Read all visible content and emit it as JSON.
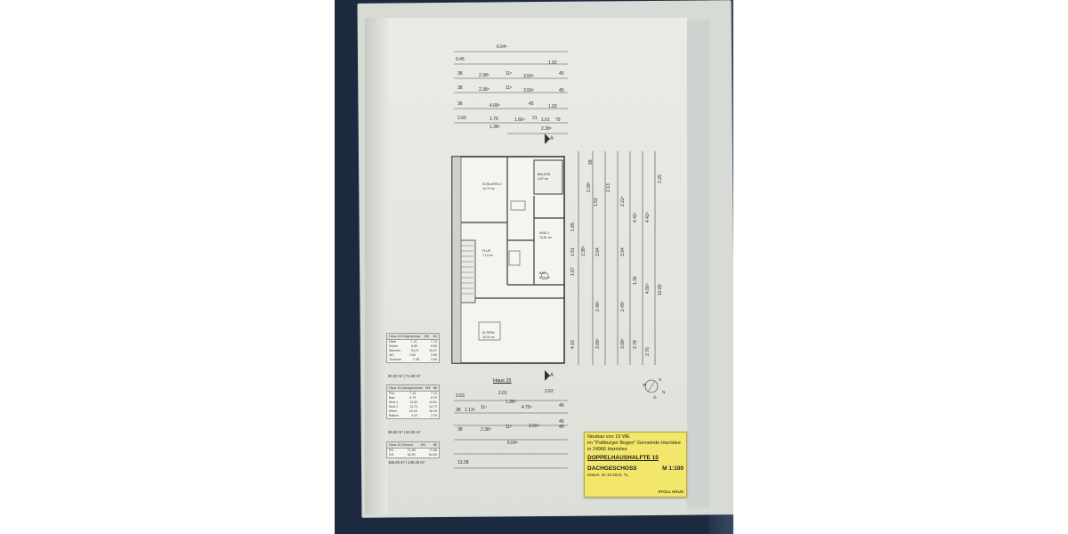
{
  "top_dims": [
    [
      "6.64⁵"
    ],
    [
      "9.45",
      "1.92"
    ],
    [
      "38",
      "2.38⁵",
      "11⁵",
      "3.50⁵",
      "45"
    ],
    [
      "38",
      "2.38⁵",
      "11⁵",
      "3.50⁵",
      "45"
    ],
    [
      "36",
      "4.08⁵",
      "45",
      "1.92"
    ],
    [
      "2.60",
      "1.76",
      "1.66⁵",
      "21",
      "1.01",
      "79"
    ],
    [
      "1.38⁵",
      "2.38⁵"
    ]
  ],
  "bottom_dims": [
    [
      "3.63",
      "2.01",
      "2.62"
    ],
    [
      "1.38⁵"
    ],
    [
      "38",
      "1.13⁵",
      "11⁵",
      "4.75⁵",
      "45"
    ],
    [
      "45"
    ],
    [
      "38",
      "2.38⁵",
      "11⁵",
      "3.50⁵",
      "45"
    ],
    [
      "6.64⁵"
    ],
    [
      "13.28"
    ]
  ],
  "right_dims": [
    [
      "2.38⁵",
      "1.51",
      "95"
    ],
    [
      "2.13"
    ],
    [
      "2.22⁵"
    ],
    [
      "4.42⁵"
    ],
    [
      "4.42⁵"
    ],
    [
      "2.25"
    ],
    [
      "1.85",
      "2.38⁵",
      "3.94",
      "3.94",
      "1.36",
      "4.66⁵",
      "10.65"
    ],
    [
      "1.51",
      "1.87",
      "2.48⁵",
      "2.49⁵",
      "2.76"
    ],
    [
      "4.16",
      "3.08⁵",
      "3.08⁵",
      "2.78"
    ]
  ],
  "section_mark": "A",
  "haus_label": "Haus 15",
  "rooms": [
    {
      "name": "SCHLAFEN 2",
      "area": "14.72 m²"
    },
    {
      "name": "BALKON",
      "area": "4.57 m²"
    },
    {
      "name": "KIND 1",
      "area": "13.81 m²"
    },
    {
      "name": "FLUR",
      "area": "7.13 m²"
    },
    {
      "name": "BAD",
      "area": "6.79 m²"
    },
    {
      "name": "ELTERN",
      "area": "16.16 m²"
    }
  ],
  "stat_tables": [
    {
      "header": [
        "Haus 15 Erdgeschoss",
        "Wfl",
        "Nfl"
      ],
      "rows": [
        [
          "Diele",
          "7.13",
          "7.13"
        ],
        [
          "Küche",
          "8.80",
          "8.80"
        ],
        [
          "Wohnen",
          "33.07",
          "33.07"
        ],
        [
          "WC",
          "2.60",
          "2.60"
        ],
        [
          "Terrasse",
          "7.38",
          "3.69"
        ]
      ],
      "sum": "90.20 m² | 71.58 m²"
    },
    {
      "header": [
        "Haus 15 Dachgeschoss",
        "Wfl",
        "Nfl"
      ],
      "rows": [
        [
          "Flur",
          "7.13",
          "7.13"
        ],
        [
          "Bad",
          "6.79",
          "6.79"
        ],
        [
          "Kind 1",
          "13.81",
          "13.81"
        ],
        [
          "Kind 2",
          "14.72",
          "14.72"
        ],
        [
          "Eltern",
          "16.16",
          "16.16"
        ],
        [
          "Balkon",
          "4.57",
          "2.29"
        ]
      ],
      "sum": "68.83 m² | 64.90 m²"
    },
    {
      "header": [
        "Haus 15 Gesamt",
        "Wfl",
        "Nfl"
      ],
      "rows": [
        [
          "EG",
          "71.58",
          "71.58"
        ],
        [
          "DG",
          "64.90",
          "64.90"
        ]
      ],
      "sum": "155.09 m² | 136.48 m²"
    }
  ],
  "title_block": {
    "project": "Neubau von 19 WE",
    "location": "im \"Pattburger Bogen\" Gemeinde Harrislee",
    "postal": "in 24966 Harrislee",
    "house": "DOPPELHAUSHÄLFTE 15",
    "floor": "DACHGESCHOSS",
    "scale": "M 1:100",
    "date": "Datum: 31.10.2013, TL",
    "brand": "STOLL HAUS"
  },
  "compass_letters": [
    "N",
    "O",
    "S",
    "W"
  ]
}
